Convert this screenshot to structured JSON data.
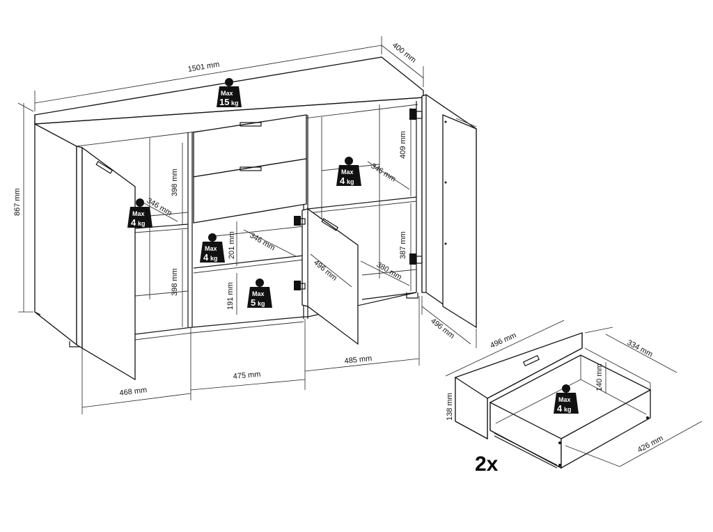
{
  "dimensions": {
    "width": "1501 mm",
    "depth": "400 mm",
    "height": "867 mm",
    "left_shelf_upper": "398 mm",
    "left_shelf_lower": "398 mm",
    "left_shelf_depth": "346 mm",
    "middle_shelf_depth": "346 mm",
    "right_shelf_depth": "346 mm",
    "middle_compartment_upper": "201 mm",
    "middle_compartment_lower": "191 mm",
    "door_width": "496 mm",
    "right_upper": "409 mm",
    "right_lower": "387 mm",
    "right_bottom_depth": "380 mm",
    "right_door_width": "496 mm",
    "bottom_left": "468 mm",
    "bottom_middle": "475 mm",
    "bottom_right": "485 mm",
    "drawer_width": "496 mm",
    "drawer_depth": "334 mm",
    "drawer_height": "138 mm",
    "drawer_inner_height": "140 mm",
    "drawer_inner_length": "426 mm"
  },
  "weights": {
    "top": {
      "label": "Max",
      "value": "15",
      "unit": "kg"
    },
    "left_shelf": {
      "label": "Max",
      "value": "4",
      "unit": "kg"
    },
    "middle_upper": {
      "label": "Max",
      "value": "4",
      "unit": "kg"
    },
    "middle_lower": {
      "label": "Max",
      "value": "5",
      "unit": "kg"
    },
    "right_shelf": {
      "label": "Max",
      "value": "4",
      "unit": "kg"
    },
    "drawer": {
      "label": "Max",
      "value": "4",
      "unit": "kg"
    }
  },
  "quantity": "2x"
}
